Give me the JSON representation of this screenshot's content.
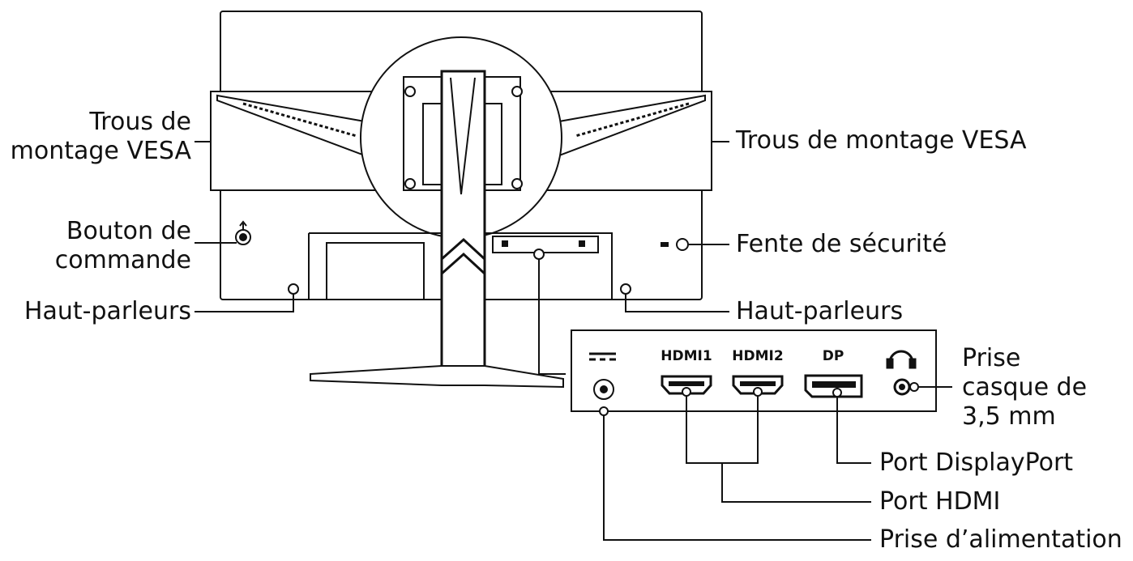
{
  "labels": {
    "vesa_left_line1": "Trous de",
    "vesa_left_line2": "montage VESA",
    "vesa_right": "Trous de montage VESA",
    "control_line1": "Bouton de",
    "control_line2": "commande",
    "security_slot": "Fente de sécurité",
    "speakers_left": "Haut-parleurs",
    "speakers_right": "Haut-parleurs",
    "headphone_line1": "Prise",
    "headphone_line2": "casque de",
    "headphone_line3": "3,5 mm",
    "displayport": "Port DisplayPort",
    "hdmi": "Port HDMI",
    "power": "Prise d’alimentation"
  },
  "ports": {
    "hdmi1": "HDMI1",
    "hdmi2": "HDMI2",
    "dp": "DP"
  },
  "icons": [
    "dc-power-icon",
    "headphone-icon",
    "joystick-icon",
    "lock-slot-icon"
  ],
  "colors": {
    "line": "#111111",
    "background": "#ffffff",
    "panel": "#ffffff"
  }
}
